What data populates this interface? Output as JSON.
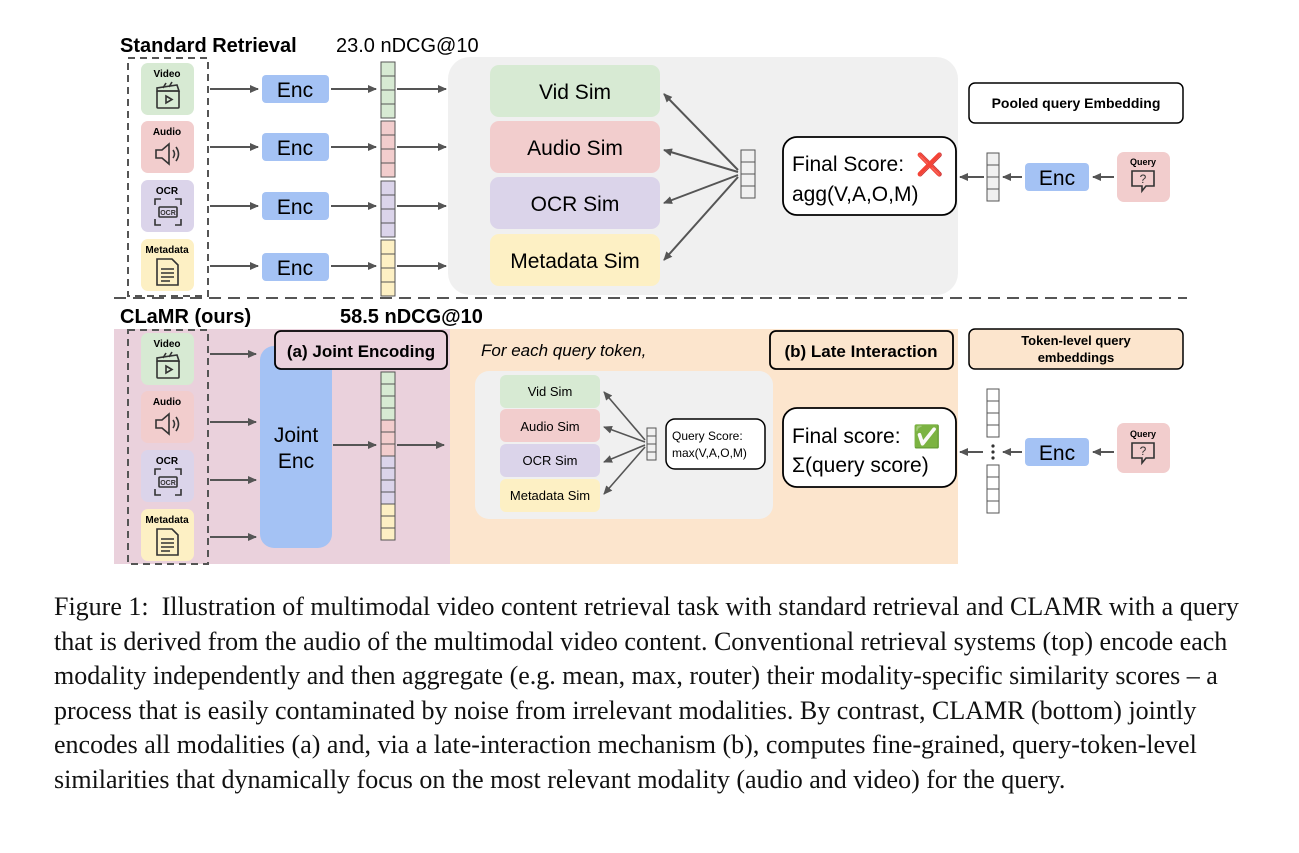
{
  "top": {
    "title": "Standard Retrieval",
    "score": "23.0 nDCG@10",
    "modalities": [
      {
        "label": "Video",
        "icon": "clapperboard-icon",
        "color": "#d7ead3"
      },
      {
        "label": "Audio",
        "icon": "speaker-icon",
        "color": "#f2cdcd"
      },
      {
        "label": "OCR",
        "icon": "ocr-scan-icon",
        "color": "#dbd4ea"
      },
      {
        "label": "Metadata",
        "icon": "document-icon",
        "color": "#fdf0c4"
      }
    ],
    "enc_label": "Enc",
    "sims": [
      "Vid Sim",
      "Audio Sim",
      "OCR Sim",
      "Metadata Sim"
    ],
    "final_score_line1": "Final Score:",
    "final_score_mark": "❌",
    "final_score_line2": "agg(V,A,O,M)",
    "query_enc_label": "Enc",
    "pooled_label": "Pooled query Embedding",
    "query_label": "Query"
  },
  "bottom": {
    "title": "CLaMR (ours)",
    "score": "58.5 nDCG@10",
    "modalities": [
      {
        "label": "Video",
        "icon": "clapperboard-icon"
      },
      {
        "label": "Audio",
        "icon": "speaker-icon"
      },
      {
        "label": "OCR",
        "icon": "ocr-scan-icon"
      },
      {
        "label": "Metadata",
        "icon": "document-icon"
      }
    ],
    "joint_encoding_label": "(a) Joint Encoding",
    "joint_enc_line1": "Joint",
    "joint_enc_line2": "Enc",
    "per_token_note": "For each query token,",
    "sims": [
      "Vid Sim",
      "Audio Sim",
      "OCR Sim",
      "Metadata Sim"
    ],
    "query_score_line1": "Query Score:",
    "query_score_line2": "max(V,A,O,M)",
    "late_interaction_label": "(b) Late Interaction",
    "final_score_line1": "Final score:",
    "final_score_mark": "✅",
    "final_score_line2": "Σ(query score)",
    "query_enc_label": "Enc",
    "token_level_line1": "Token-level query",
    "token_level_line2": "embeddings",
    "query_label": "Query"
  },
  "colors": {
    "video": "#d7ead3",
    "audio": "#f2cdcd",
    "ocr": "#dbd4ea",
    "metadata": "#fdf0c4",
    "enc": "#a4c2f4",
    "panel_gray": "#f0f0f0",
    "pink_bg": "#ead1dc",
    "orange_bg": "#fce5cd"
  },
  "caption": {
    "label": "Figure 1:",
    "text": "Illustration of multimodal video content retrieval task with standard retrieval and CLAMR with a query that is derived from the audio of the multimodal video content. Conventional retrieval systems (top) encode each modality independently and then aggregate (e.g. mean, max, router) their modality-specific similarity scores – a process that is easily contaminated by noise from irrelevant modalities. By contrast, CLAMR (bottom) jointly encodes all modalities (a) and, via a late-interaction mechanism (b), computes fine-grained, query-token-level similarities that dynamically focus on the most relevant modality (audio and video) for the query."
  }
}
